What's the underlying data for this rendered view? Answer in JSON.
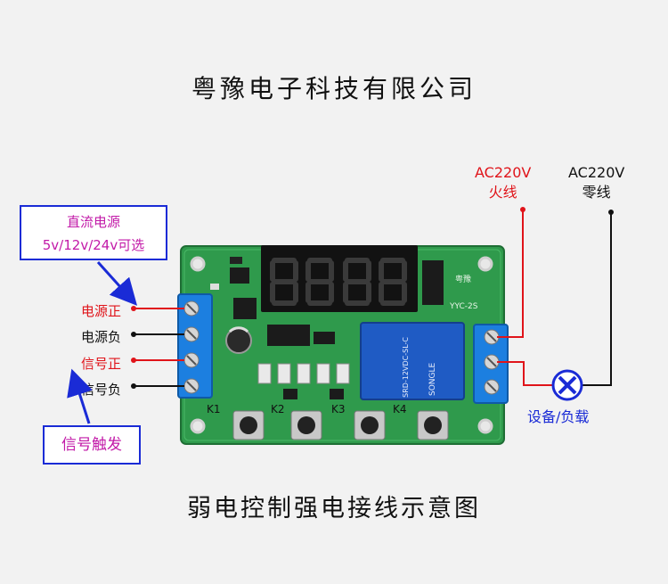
{
  "company_name": "粤豫电子科技有限公司",
  "caption": "弱电控制强电接线示意图",
  "dc_supply": {
    "line1": "直流电源",
    "line2": "5v/12v/24v可选"
  },
  "signal_trigger": "信号触发",
  "terminals": [
    {
      "label": "电源正",
      "color": "#e0141a"
    },
    {
      "label": "电源负",
      "color": "#111111"
    },
    {
      "label": "信号正",
      "color": "#e0141a"
    },
    {
      "label": "信号负",
      "color": "#111111"
    }
  ],
  "ac_live": {
    "line1": "AC220V",
    "line2": "火线",
    "color": "#e0141a"
  },
  "ac_neutral": {
    "line1": "AC220V",
    "line2": "零线",
    "color": "#111111"
  },
  "device_load": "设备/负载",
  "board": {
    "brand": "粤豫",
    "model": "YYC-2S",
    "relay_model": "SRD-12VDC-SL-C",
    "relay_brand": "SONGLE",
    "buttons": [
      "K1",
      "K2",
      "K3",
      "K4"
    ],
    "colors": {
      "pcb": "#2f9a4c",
      "terminal": "#1c7fe0",
      "relay": "#1f5bc4",
      "display": "#121212"
    }
  }
}
